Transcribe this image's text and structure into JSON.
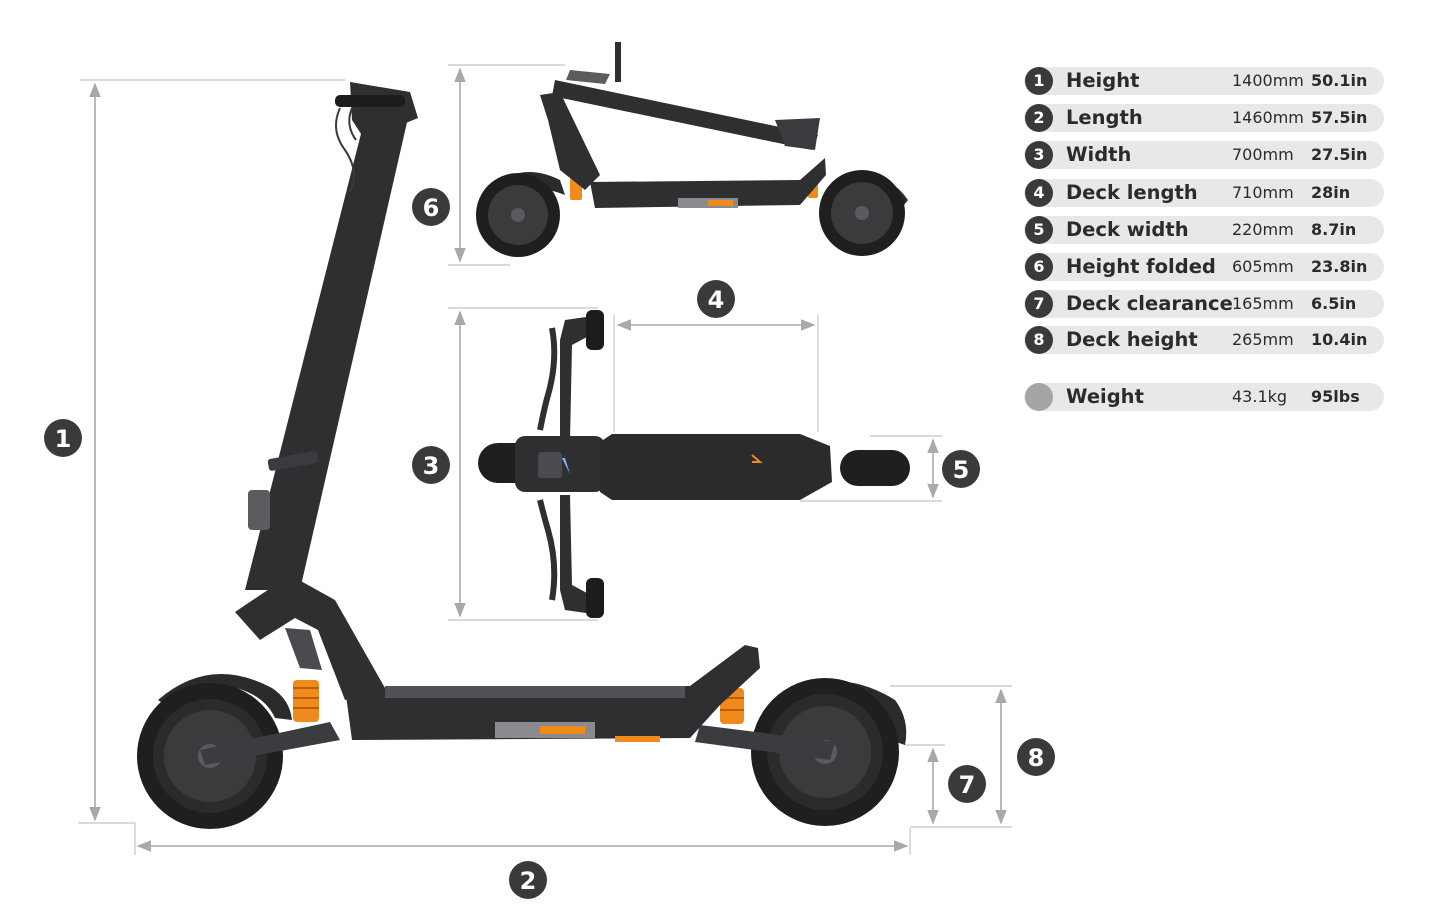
{
  "specs": [
    {
      "num": "1",
      "label": "Height",
      "metric": "1400mm",
      "imperial": "50.1in"
    },
    {
      "num": "2",
      "label": "Length",
      "metric": "1460mm",
      "imperial": "57.5in"
    },
    {
      "num": "3",
      "label": "Width",
      "metric": "700mm",
      "imperial": "27.5in"
    },
    {
      "num": "4",
      "label": "Deck length",
      "metric": "710mm",
      "imperial": "28in"
    },
    {
      "num": "5",
      "label": "Deck width",
      "metric": "220mm",
      "imperial": "8.7in"
    },
    {
      "num": "6",
      "label": "Height folded",
      "metric": "605mm",
      "imperial": "23.8in"
    },
    {
      "num": "7",
      "label": "Deck clearance",
      "metric": "165mm",
      "imperial": "6.5in"
    },
    {
      "num": "8",
      "label": "Deck height",
      "metric": "265mm",
      "imperial": "10.4in"
    }
  ],
  "weight": {
    "label": "Weight",
    "metric": "43.1kg",
    "imperial": "95lbs"
  },
  "badges": [
    "1",
    "2",
    "3",
    "4",
    "5",
    "6",
    "7",
    "8"
  ],
  "colors": {
    "badge": "#3a3a3a",
    "scooter_body": "#2e2f31",
    "tire": "#1f1f20",
    "accent_orange": "#f08a1c",
    "dimension_line": "#a9a9a9",
    "row_background": "#e8e8e8",
    "weight_dot": "#a5a5a5"
  },
  "icons": [
    "scooter-side-view",
    "scooter-folded-view",
    "scooter-top-view"
  ]
}
